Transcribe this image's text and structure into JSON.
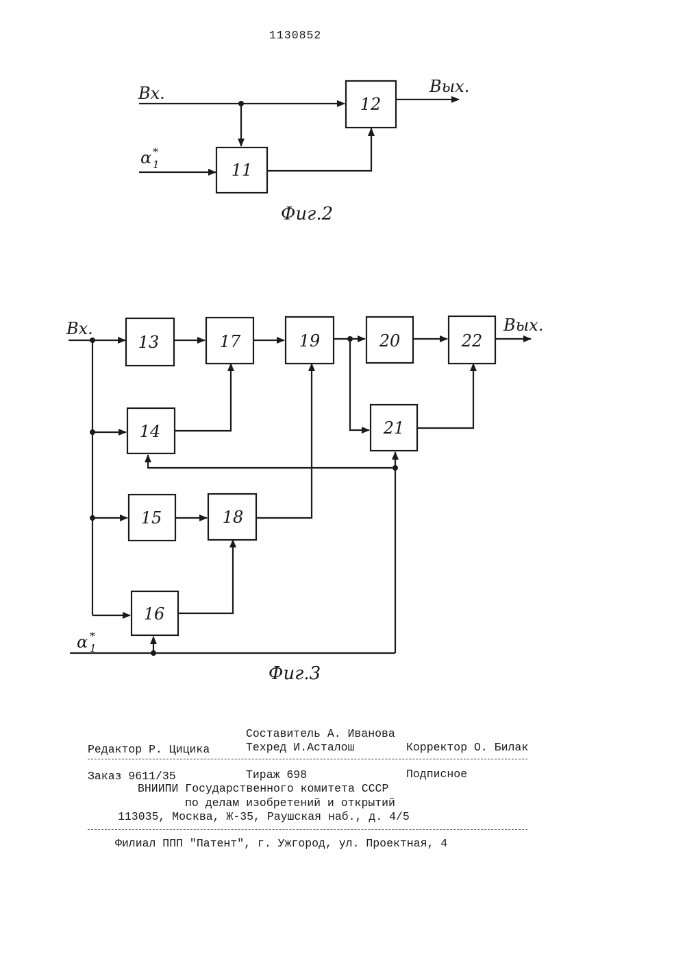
{
  "header": {
    "patent_number": "1130852"
  },
  "fig2": {
    "caption": "Фиг.2",
    "input_in": "Вх.",
    "input_alpha": "α",
    "alpha_sub": "1",
    "alpha_sup": "*",
    "output": "Вых.",
    "blocks": {
      "b11": "11",
      "b12": "12"
    }
  },
  "fig3": {
    "caption": "Фиг.3",
    "input_in": "Вх.",
    "input_alpha": "α",
    "alpha_sub": "1",
    "alpha_sup": "*",
    "output": "Вых.",
    "blocks": {
      "b13": "13",
      "b14": "14",
      "b15": "15",
      "b16": "16",
      "b17": "17",
      "b18": "18",
      "b19": "19",
      "b20": "20",
      "b21": "21",
      "b22": "22"
    }
  },
  "footer": {
    "compiler": "Составитель А. Иванова",
    "editor": "Редактор Р. Цицика",
    "techred": "Техред  И.Асталош",
    "corrector": "Корректор О. Билак",
    "order": "Заказ 9611/35",
    "circulation": "Тираж 698",
    "subscription": "Подписное",
    "org_line1": "ВНИИПИ Государственного комитета СССР",
    "org_line2": "по делам изобретений и открытий",
    "org_address": "113035, Москва, Ж-35, Раушская наб., д. 4/5",
    "branch": "Филиал ППП \"Патент\", г. Ужгород, ул. Проектная, 4"
  }
}
